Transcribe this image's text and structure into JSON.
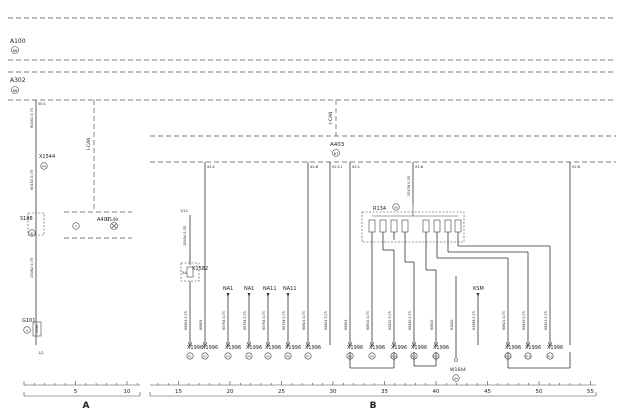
{
  "modules": {
    "a100": {
      "label": "A100",
      "tag": "86"
    },
    "a302": {
      "label": "A302",
      "tag": "86"
    },
    "a403": {
      "label": "A403",
      "tag": "87"
    },
    "a407": {
      "label": "A407"
    },
    "r134": {
      "label": "R134",
      "tag": "95"
    }
  },
  "bus_label": "I-CAN",
  "left_column": {
    "pin": "50:1",
    "wires": [
      "60181 0,75",
      "60181 0,75",
      "13082 0,75"
    ],
    "x1544": {
      "label": "X1544",
      "tag": "P4"
    },
    "s188": {
      "label": "S188",
      "tag": "81"
    },
    "g101": {
      "label": "G101",
      "tag": "6"
    },
    "ground_box": "30086",
    "ref": "1/2"
  },
  "a407_group": {
    "h149": "H149",
    "sym1": "F"
  },
  "x1582": {
    "label": "X1582",
    "wire": "15604 0,35",
    "ref": "1/12",
    "fuse": "5A"
  },
  "top_pins": [
    "X2:2",
    "X2:8",
    "X2:11",
    "X2:1",
    "X1:6",
    "X2:6"
  ],
  "r134_wire": "20139 0,35",
  "signal_labels": [
    "NA1",
    "NA1",
    "NA11",
    "NA11",
    "KSM"
  ],
  "wire_labels": [
    "60603 0,75",
    "60605",
    "60794 0,75",
    "60794 0,75",
    "60794 0,75",
    "60794 0,75",
    "60601 0,75",
    "60601 0,75",
    "60603",
    "60631 0,75",
    "60632 0,75",
    "60630 0,75",
    "60633",
    "61000",
    "61998 0,75",
    "60621 0,75",
    "60619 0,75",
    "60623 0,75"
  ],
  "connectors": [
    {
      "label": "X1996",
      "pin": "P1"
    },
    {
      "label": "X1996",
      "pin": "P2"
    },
    {
      "label": "X1996",
      "pin": "P3"
    },
    {
      "label": "X1996",
      "pin": "P4"
    },
    {
      "label": "X1996",
      "pin": "P5"
    },
    {
      "label": "X1996",
      "pin": "P6"
    },
    {
      "label": "X1996",
      "pin": "P7"
    },
    {
      "label": "X1996",
      "pin": "P8"
    },
    {
      "label": "X1996",
      "pin": "P9"
    },
    {
      "label": "X1996",
      "pin": "P10"
    },
    {
      "label": "X1996",
      "pin": "P11"
    },
    {
      "label": "X1996",
      "pin": "P12"
    },
    {
      "label": "X1996",
      "pin": "P13"
    },
    {
      "label": "X1996",
      "pin": "P14"
    },
    {
      "label": "X1996",
      "pin": "P15"
    }
  ],
  "w1644": {
    "label": "W1644",
    "tag": "84"
  },
  "ruler": {
    "ticks": [
      "5",
      "10",
      "15",
      "20",
      "25",
      "30",
      "35",
      "40",
      "45",
      "50",
      "55"
    ],
    "sections": [
      "A",
      "B"
    ]
  }
}
